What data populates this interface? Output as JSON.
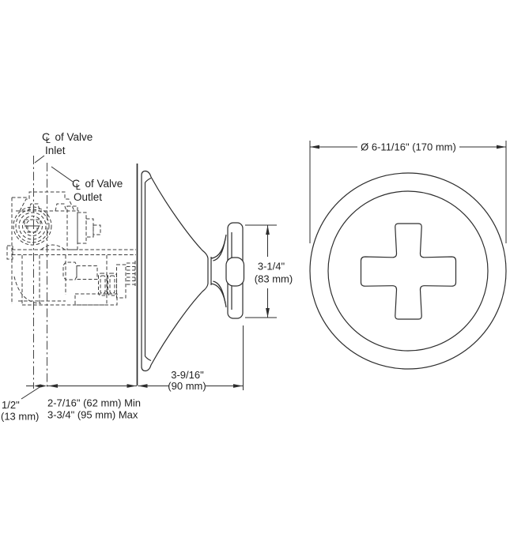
{
  "drawing": {
    "background": "#ffffff",
    "line_color": "#2d2d2d",
    "labels": {
      "centerline_symbol_c": "C",
      "centerline_symbol_l": "L",
      "inlet_text": "of Valve",
      "inlet_line2": "Inlet",
      "outlet_text": "of Valve",
      "outlet_line2": "Outlet"
    },
    "dimensions": {
      "diameter": "Ø 6-11/16\" (170 mm)",
      "handle_height_in": "3-1/4\"",
      "handle_height_mm": "(83 mm)",
      "wall_to_handle_in": "3-9/16\"",
      "wall_to_handle_mm": "(90 mm)",
      "inlet_offset_in": "1/2\"",
      "inlet_offset_mm": "(13 mm)",
      "valve_depth_min": "2-7/16\" (62 mm) Min",
      "valve_depth_max": "3-3/4\" (95 mm) Max"
    }
  }
}
